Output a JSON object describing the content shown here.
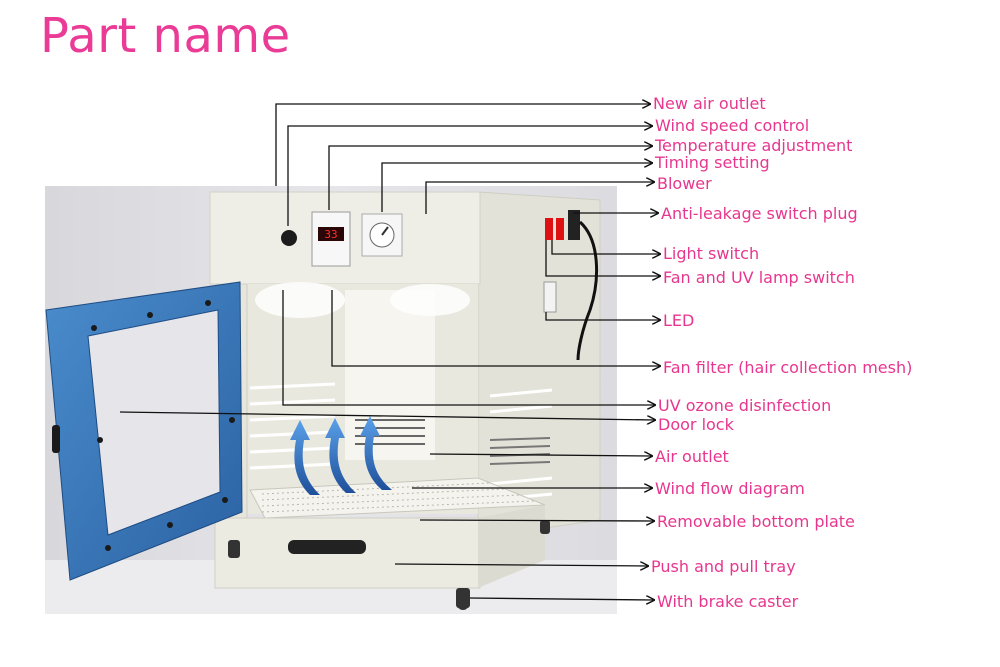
{
  "title": "Part name",
  "colors": {
    "title": "#ea3c96",
    "label": "#e8368f",
    "leader_line": "#111111",
    "door_frame": "#3a78b8",
    "cabinet_body": "#ecebe2",
    "airflow_arrow": "#2f6fc0"
  },
  "photo": {
    "subject": "pet drying box with open blue door",
    "display_digits": "33"
  },
  "labels": [
    "New air outlet",
    "Wind speed control",
    "Temperature adjustment",
    "Timing setting",
    "Blower",
    "Anti-leakage switch plug",
    "Light switch",
    "Fan and UV lamp switch",
    "LED",
    "Fan filter (hair collection mesh)",
    "UV ozone disinfection",
    "Door lock",
    "Air outlet",
    "Wind flow diagram",
    "Removable bottom plate",
    "Push and pull tray",
    "With brake caster"
  ]
}
